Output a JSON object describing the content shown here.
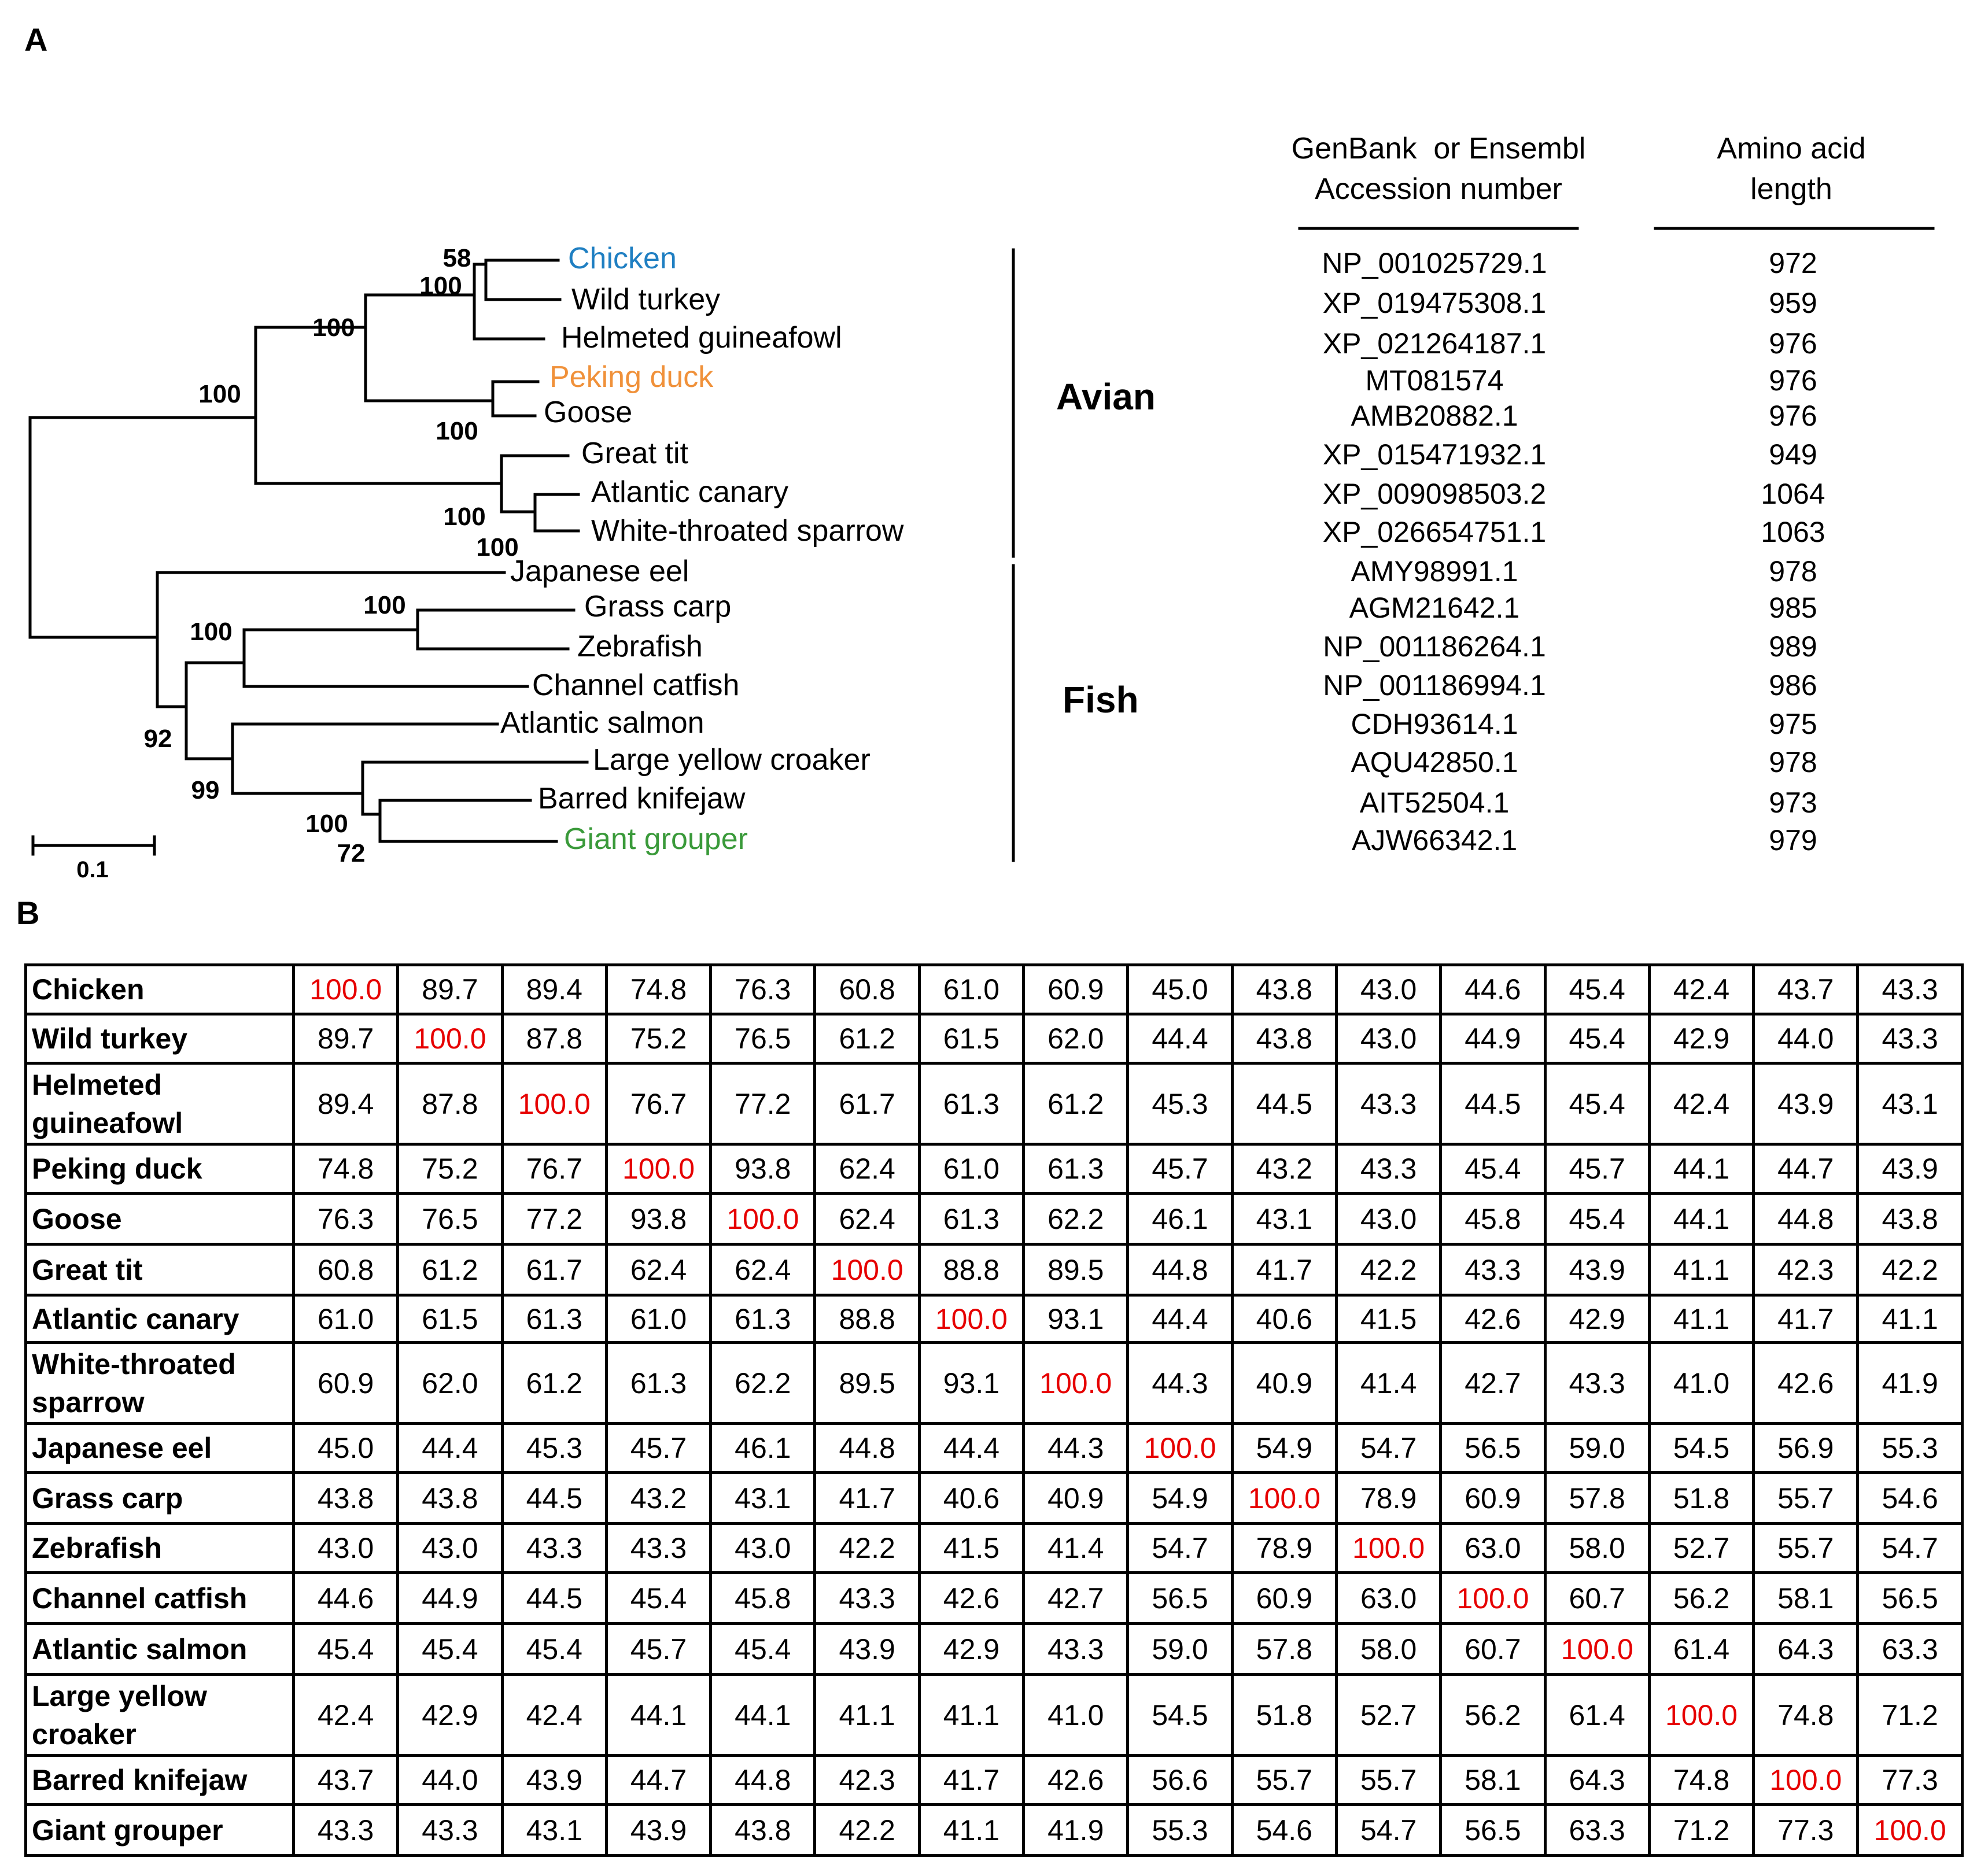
{
  "panels": {
    "a": "A",
    "b": "B"
  },
  "tree": {
    "leaves": [
      {
        "label": "Chicken",
        "color": "#1f7fc2"
      },
      {
        "label": "Wild turkey"
      },
      {
        "label": "Helmeted  guineafowl"
      },
      {
        "label": "Peking duck",
        "color": "#f0913a"
      },
      {
        "label": "Goose"
      },
      {
        "label": "Great  tit"
      },
      {
        "label": "Atlantic  canary"
      },
      {
        "label": "White-throated  sparrow"
      },
      {
        "label": "Japanese eel"
      },
      {
        "label": "Grass carp"
      },
      {
        "label": "Zebrafish"
      },
      {
        "label": "Channel catfish"
      },
      {
        "label": "Atlantic salmon"
      },
      {
        "label": "Large yellow  croaker"
      },
      {
        "label": "Barred knifejaw"
      },
      {
        "label": "Giant grouper",
        "color": "#3a9a3a"
      }
    ],
    "bootstraps": [
      "58",
      "100",
      "100",
      "100",
      "100",
      "100",
      "100",
      "100",
      "100",
      "92",
      "99",
      "100",
      "72"
    ],
    "scale_bar": "0.1",
    "groups": {
      "avian": "Avian",
      "fish": "Fish"
    }
  },
  "accessions": {
    "header_accession": "GenBank  or Ensembl\nAccession number",
    "header_length": "Amino acid\nlength",
    "rows": [
      {
        "id": "NP_001025729.1",
        "length": "972"
      },
      {
        "id": "XP_019475308.1",
        "length": "959"
      },
      {
        "id": "XP_021264187.1",
        "length": "976"
      },
      {
        "id": "MT081574",
        "length": "976"
      },
      {
        "id": "AMB20882.1",
        "length": "976"
      },
      {
        "id": "XP_015471932.1",
        "length": "949"
      },
      {
        "id": "XP_009098503.2",
        "length": "1064"
      },
      {
        "id": "XP_026654751.1",
        "length": "1063"
      },
      {
        "id": "AMY98991.1",
        "length": "978"
      },
      {
        "id": "AGM21642.1",
        "length": "985"
      },
      {
        "id": "NP_001186264.1",
        "length": "989"
      },
      {
        "id": "NP_001186994.1",
        "length": "986"
      },
      {
        "id": "CDH93614.1",
        "length": "975"
      },
      {
        "id": "AQU42850.1",
        "length": "978"
      },
      {
        "id": "AIT52504.1",
        "length": "973"
      },
      {
        "id": "AJW66342.1",
        "length": "979"
      }
    ]
  },
  "identity_matrix": {
    "highlight_color": "#e60000",
    "rows": [
      {
        "name": "Chicken",
        "values": [
          "100.0",
          "89.7",
          "89.4",
          "74.8",
          "76.3",
          "60.8",
          "61.0",
          "60.9",
          "45.0",
          "43.8",
          "43.0",
          "44.6",
          "45.4",
          "42.4",
          "43.7",
          "43.3"
        ]
      },
      {
        "name": "Wild turkey",
        "values": [
          "89.7",
          "100.0",
          "87.8",
          "75.2",
          "76.5",
          "61.2",
          "61.5",
          "62.0",
          "44.4",
          "43.8",
          "43.0",
          "44.9",
          "45.4",
          "42.9",
          "44.0",
          "43.3"
        ]
      },
      {
        "name": "Helmeted guineafowl",
        "values": [
          "89.4",
          "87.8",
          "100.0",
          "76.7",
          "77.2",
          "61.7",
          "61.3",
          "61.2",
          "45.3",
          "44.5",
          "43.3",
          "44.5",
          "45.4",
          "42.4",
          "43.9",
          "43.1"
        ]
      },
      {
        "name": "Peking duck",
        "values": [
          "74.8",
          "75.2",
          "76.7",
          "100.0",
          "93.8",
          "62.4",
          "61.0",
          "61.3",
          "45.7",
          "43.2",
          "43.3",
          "45.4",
          "45.7",
          "44.1",
          "44.7",
          "43.9"
        ]
      },
      {
        "name": "Goose",
        "values": [
          "76.3",
          "76.5",
          "77.2",
          "93.8",
          "100.0",
          "62.4",
          "61.3",
          "62.2",
          "46.1",
          "43.1",
          "43.0",
          "45.8",
          "45.4",
          "44.1",
          "44.8",
          "43.8"
        ]
      },
      {
        "name": "Great tit",
        "values": [
          "60.8",
          "61.2",
          "61.7",
          "62.4",
          "62.4",
          "100.0",
          "88.8",
          "89.5",
          "44.8",
          "41.7",
          "42.2",
          "43.3",
          "43.9",
          "41.1",
          "42.3",
          "42.2"
        ]
      },
      {
        "name": "Atlantic canary",
        "values": [
          "61.0",
          "61.5",
          "61.3",
          "61.0",
          "61.3",
          "88.8",
          "100.0",
          "93.1",
          "44.4",
          "40.6",
          "41.5",
          "42.6",
          "42.9",
          "41.1",
          "41.7",
          "41.1"
        ]
      },
      {
        "name": "White-throated sparrow",
        "values": [
          "60.9",
          "62.0",
          "61.2",
          "61.3",
          "62.2",
          "89.5",
          "93.1",
          "100.0",
          "44.3",
          "40.9",
          "41.4",
          "42.7",
          "43.3",
          "41.0",
          "42.6",
          "41.9"
        ]
      },
      {
        "name": "Japanese eel",
        "values": [
          "45.0",
          "44.4",
          "45.3",
          "45.7",
          "46.1",
          "44.8",
          "44.4",
          "44.3",
          "100.0",
          "54.9",
          "54.7",
          "56.5",
          "59.0",
          "54.5",
          "56.9",
          "55.3"
        ]
      },
      {
        "name": "Grass carp",
        "values": [
          "43.8",
          "43.8",
          "44.5",
          "43.2",
          "43.1",
          "41.7",
          "40.6",
          "40.9",
          "54.9",
          "100.0",
          "78.9",
          "60.9",
          "57.8",
          "51.8",
          "55.7",
          "54.6"
        ]
      },
      {
        "name": "Zebrafish",
        "values": [
          "43.0",
          "43.0",
          "43.3",
          "43.3",
          "43.0",
          "42.2",
          "41.5",
          "41.4",
          "54.7",
          "78.9",
          "100.0",
          "63.0",
          "58.0",
          "52.7",
          "55.7",
          "54.7"
        ]
      },
      {
        "name": "Channel catfish",
        "values": [
          "44.6",
          "44.9",
          "44.5",
          "45.4",
          "45.8",
          "43.3",
          "42.6",
          "42.7",
          "56.5",
          "60.9",
          "63.0",
          "100.0",
          "60.7",
          "56.2",
          "58.1",
          "56.5"
        ]
      },
      {
        "name": "Atlantic salmon",
        "values": [
          "45.4",
          "45.4",
          "45.4",
          "45.7",
          "45.4",
          "43.9",
          "42.9",
          "43.3",
          "59.0",
          "57.8",
          "58.0",
          "60.7",
          "100.0",
          "61.4",
          "64.3",
          "63.3"
        ]
      },
      {
        "name": "Large yellow croaker",
        "values": [
          "42.4",
          "42.9",
          "42.4",
          "44.1",
          "44.1",
          "41.1",
          "41.1",
          "41.0",
          "54.5",
          "51.8",
          "52.7",
          "56.2",
          "61.4",
          "100.0",
          "74.8",
          "71.2"
        ]
      },
      {
        "name": "Barred knifejaw",
        "values": [
          "43.7",
          "44.0",
          "43.9",
          "44.7",
          "44.8",
          "42.3",
          "41.7",
          "42.6",
          "56.6",
          "55.7",
          "55.7",
          "58.1",
          "64.3",
          "74.8",
          "100.0",
          "77.3"
        ]
      },
      {
        "name": "Giant grouper",
        "values": [
          "43.3",
          "43.3",
          "43.1",
          "43.9",
          "43.8",
          "42.2",
          "41.1",
          "41.9",
          "55.3",
          "54.6",
          "54.7",
          "56.5",
          "63.3",
          "71.2",
          "77.3",
          "100.0"
        ]
      }
    ]
  }
}
